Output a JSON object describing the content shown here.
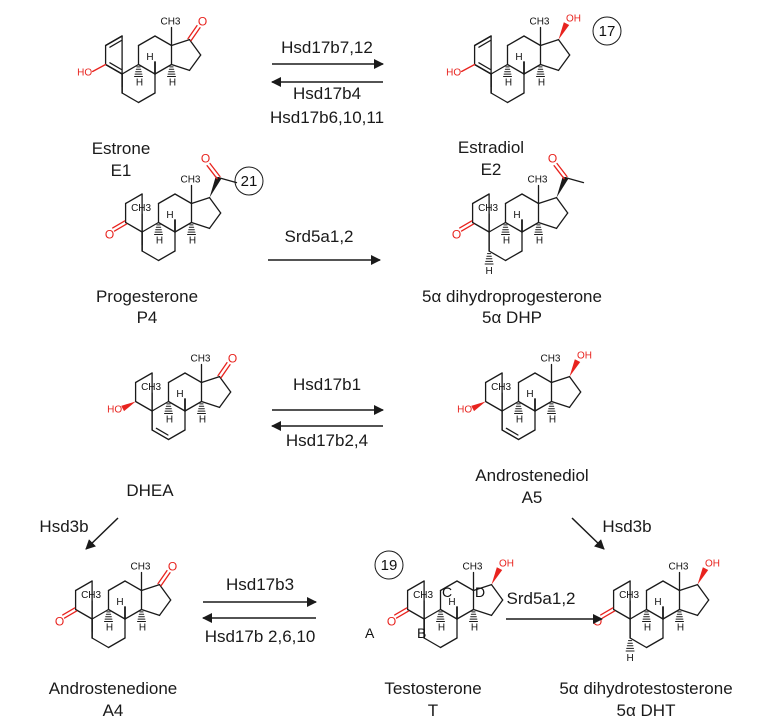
{
  "colors": {
    "bond": "#1a1a1a",
    "oxygen": "#e8231e",
    "text": "#1a1a1a"
  },
  "molecules": {
    "estrone": {
      "name": "Estrone",
      "abbr": "E1"
    },
    "estradiol": {
      "name": "Estradiol",
      "abbr": "E2",
      "position_badge": "17"
    },
    "progesterone": {
      "name": "Progesterone",
      "abbr": "P4",
      "position_badge": "21"
    },
    "dhp": {
      "name": "5α dihydroprogesterone",
      "abbr": "5α DHP"
    },
    "dhea": {
      "name": "DHEA"
    },
    "androstenediol": {
      "name": "Androstenediol",
      "abbr": "A5"
    },
    "androstenedione": {
      "name": "Androstenedione",
      "abbr": "A4"
    },
    "testosterone": {
      "name": "Testosterone",
      "abbr": "T",
      "position_badge": "19",
      "ring_labels": [
        "A",
        "B",
        "C",
        "D"
      ]
    },
    "dht": {
      "name": "5α dihydrotestosterone",
      "abbr": "5α DHT"
    }
  },
  "atoms": {
    "oxygen_hydroxyl": "OH",
    "oxygen_hydroxyl_left": "HO",
    "oxygen": "O",
    "methyl": "CH3",
    "hydrogen": "H"
  },
  "reactions": {
    "e1_e2_forward": "Hsd17b7,12",
    "e2_e1_reverse_1": "Hsd17b4",
    "e2_e1_reverse_2": "Hsd17b6,10,11",
    "p4_dhp": "Srd5a1,2",
    "dhea_a5_forward": "Hsd17b1",
    "a5_dhea_reverse": "Hsd17b2,4",
    "dhea_a4": "Hsd3b",
    "a5_t": "Hsd3b",
    "a4_t_forward": "Hsd17b3",
    "t_a4_reverse": "Hsd17b 2,6,10",
    "t_dht": "Srd5a1,2"
  }
}
